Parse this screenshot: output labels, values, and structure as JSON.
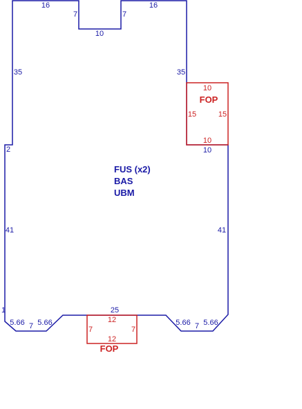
{
  "colors": {
    "outline": "#1a1aa6",
    "fop": "#cc2222"
  },
  "piece": {
    "labels": [
      "FUS (x2)",
      "BAS",
      "UBM"
    ]
  },
  "main_dimensions": {
    "top_left": "16",
    "top_right": "16",
    "notch_left": "7",
    "notch_right": "7",
    "notch_bottom": "10",
    "upper_left_side": "35",
    "upper_right_side": "35",
    "left_step": "2",
    "lower_right_top": "10",
    "left_side": "41",
    "right_side": "41",
    "left_bottom_stub": "1",
    "bottom_left_chamfer_1": "5.66",
    "bottom_left_flat": "7",
    "bottom_left_chamfer_2": "5.66",
    "bottom_center": "25",
    "bottom_right_chamfer_1": "5.66",
    "bottom_right_flat": "7",
    "bottom_right_chamfer_2": "5.66"
  },
  "fop_side": {
    "label": "FOP",
    "top": "10",
    "bottom": "10",
    "left": "15",
    "right": "15"
  },
  "fop_bottom": {
    "label": "FOP",
    "top": "12",
    "bottom": "12",
    "left": "7",
    "right": "7"
  }
}
